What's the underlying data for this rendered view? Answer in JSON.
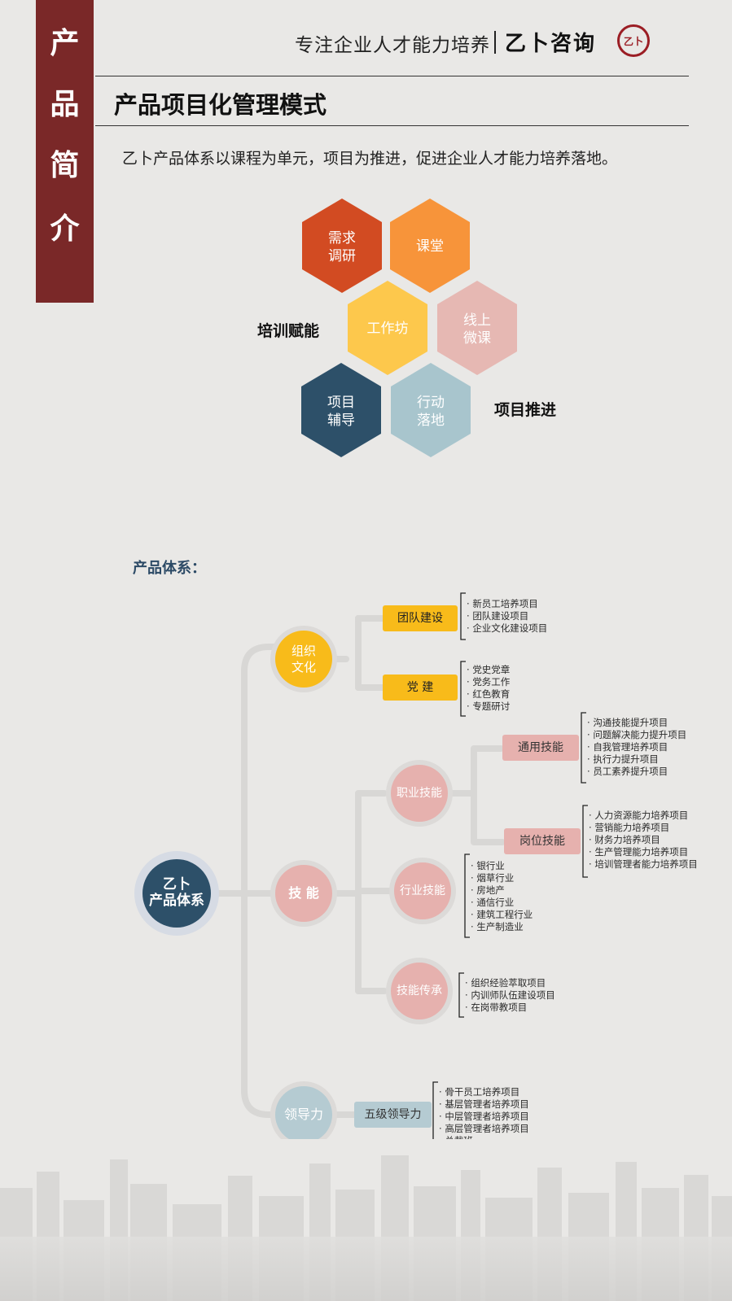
{
  "sidebar": {
    "chars": [
      "产",
      "品",
      "简",
      "介"
    ]
  },
  "header": {
    "tagline": "专注企业人才能力培养",
    "brand": "乙卜咨询",
    "logo_glyph": "乙卜"
  },
  "section": {
    "title": "产品项目化管理模式",
    "intro": "乙卜产品体系以课程为单元，项目为推进，促进企业人才能力培养落地。"
  },
  "hexagons": [
    {
      "label": "需求调研",
      "line1": "需求",
      "line2": "调研",
      "color": "#d24b22"
    },
    {
      "label": "课堂",
      "line1": "课堂",
      "line2": "",
      "color": "#f7943a"
    },
    {
      "label": "工作坊",
      "line1": "工作坊",
      "line2": "",
      "color": "#fdc84c"
    },
    {
      "label": "线上微课",
      "line1": "线上",
      "line2": "微课",
      "color": "#e6b8b3"
    },
    {
      "label": "项目辅导",
      "line1": "项目",
      "line2": "辅导",
      "color": "#2d5069"
    },
    {
      "label": "行动落地",
      "line1": "行动",
      "line2": "落地",
      "color": "#a8c5cd"
    }
  ],
  "hex_side_labels": {
    "left": "培训赋能",
    "right": "项目推进"
  },
  "system": {
    "label": "产品体系：",
    "root": {
      "line1": "乙卜",
      "line2": "产品体系"
    },
    "org_culture": {
      "label_line1": "组织",
      "label_line2": "文化",
      "team": {
        "label": "团队建设",
        "items": [
          "新员工培养项目",
          "团队建设项目",
          "企业文化建设项目"
        ]
      },
      "party": {
        "label": "党  建",
        "items": [
          "党史党章",
          "党务工作",
          "红色教育",
          "专题研讨"
        ]
      }
    },
    "skills": {
      "label": "技  能",
      "professional": {
        "label": "职业技能",
        "general": {
          "label": "通用技能",
          "items": [
            "沟通技能提升项目",
            "问题解决能力提升项目",
            "自我管理培养项目",
            "执行力提升项目",
            "员工素养提升项目"
          ]
        },
        "post": {
          "label": "岗位技能",
          "items": [
            "人力资源能力培养项目",
            "营销能力培养项目",
            "财务力培养项目",
            "生产管理能力培养项目",
            "培训管理者能力培养项目"
          ]
        }
      },
      "industry": {
        "label": "行业技能",
        "items": [
          "银行业",
          "烟草行业",
          "房地产",
          "通信行业",
          "建筑工程行业",
          "生产制造业"
        ]
      },
      "inherit": {
        "label": "技能传承",
        "items": [
          "组织经验萃取项目",
          "内训师队伍建设项目",
          "在岗带教项目"
        ]
      }
    },
    "leadership": {
      "label": "领导力",
      "five": {
        "label": "五级领导力",
        "items": [
          "骨干员工培养项目",
          "基层管理者培养项目",
          "中层管理者培养项目",
          "高层管理者培养项目",
          "总裁班"
        ]
      }
    }
  },
  "colors": {
    "sidebar": "#7a2828",
    "gold": "#f8bb1a",
    "pink": "#e6b1ae",
    "blue_gray": "#b5cbd2",
    "navy": "#2d5069"
  }
}
